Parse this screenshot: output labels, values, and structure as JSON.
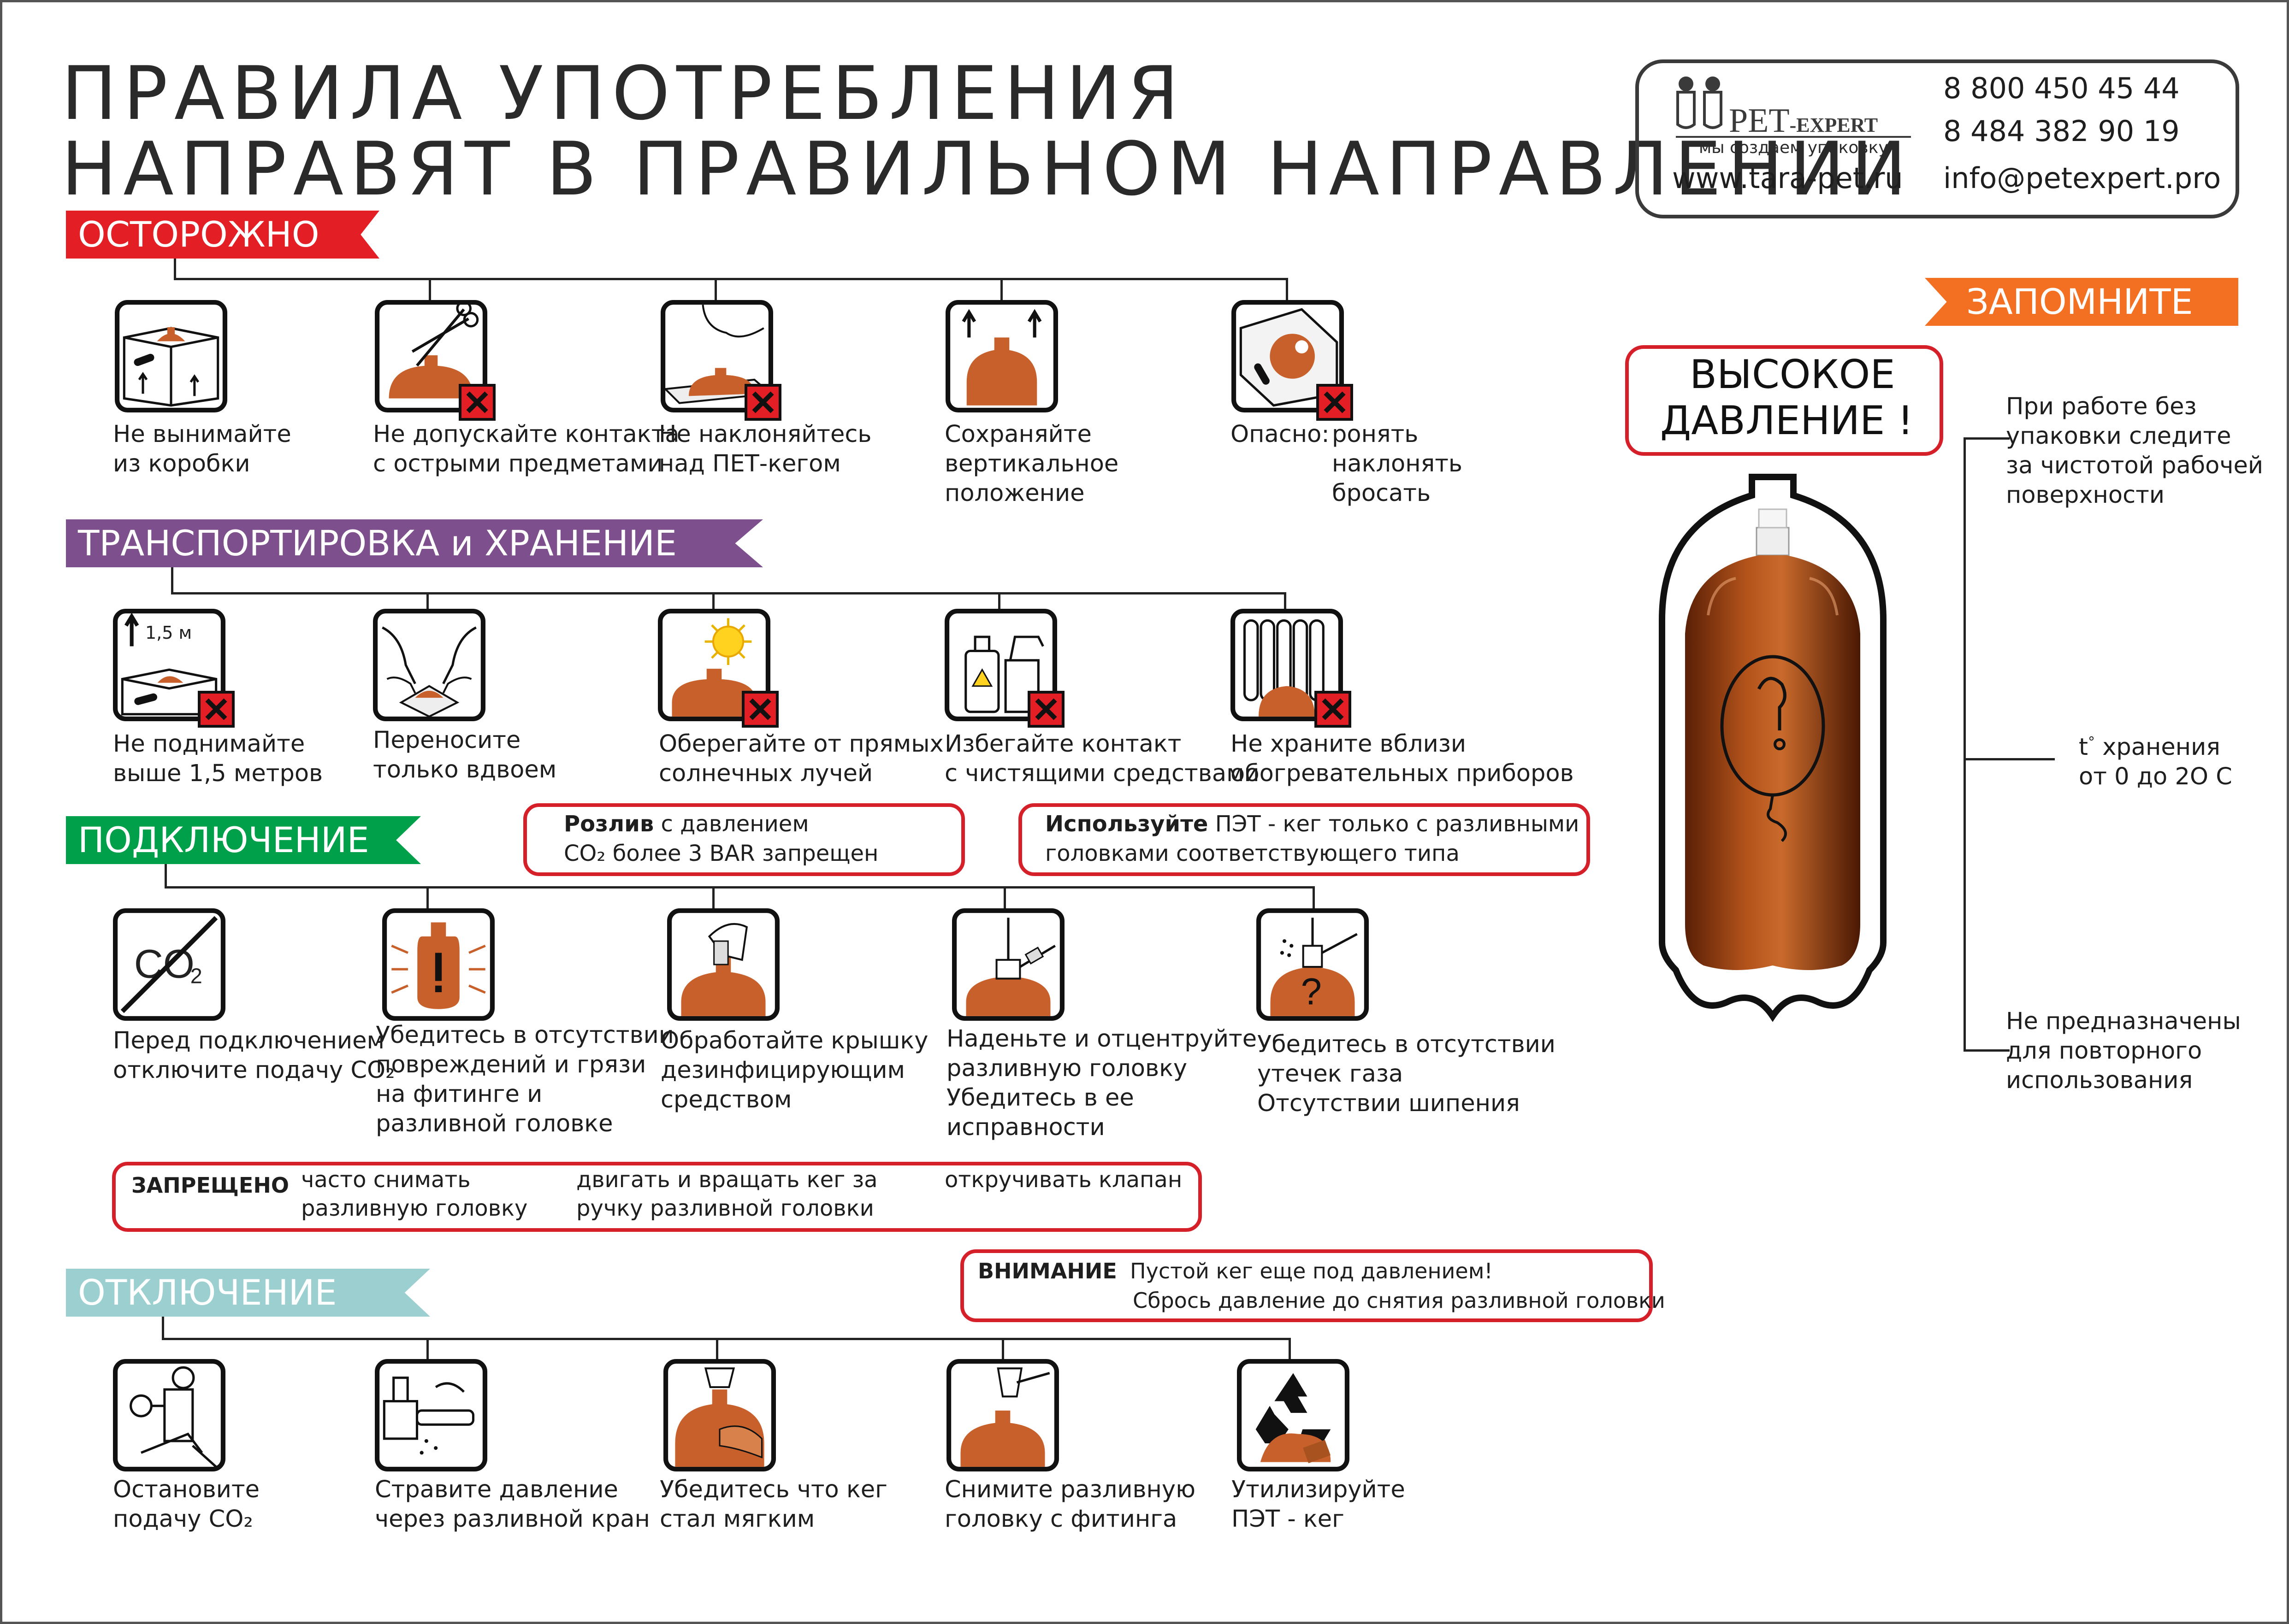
{
  "header": {
    "title_line1": "ПРАВИЛА УПОТРЕБЛЕНИЯ",
    "title_line2": "НАПРАВЯТ В ПРАВИЛЬНОМ НАПРАВЛЕНИИ"
  },
  "contact": {
    "logo_name": "PET",
    "logo_suffix": "-EXPERT",
    "logo_tagline": "мы создаем упаковку",
    "phone1": "8 800 450 45 44",
    "phone2": "8 484 382 90 19",
    "website": "www.tara-pet.ru",
    "email": "info@petexpert.pro"
  },
  "colors": {
    "caution": "#e31e24",
    "transport": "#7d4f8c",
    "connection": "#00a04a",
    "disconnect": "#9ccfd0",
    "remember": "#f36f21",
    "prohibit_red": "#d5202a",
    "keg_brown": "#c8602b"
  },
  "sections": {
    "caution": {
      "title": "ОСТОРОЖНО",
      "items": [
        {
          "icon": "box-keg-icon",
          "prohibited": false,
          "lines": [
            "Не вынимайте",
            "из коробки"
          ]
        },
        {
          "icon": "scissors-keg-icon",
          "prohibited": true,
          "lines": [
            "Не допускайте контакта",
            "с острыми предметами"
          ]
        },
        {
          "icon": "lean-over-keg-icon",
          "prohibited": true,
          "lines": [
            "Не наклоняйтесь",
            "над ПЕТ-кегом"
          ]
        },
        {
          "icon": "upright-keg-icon",
          "prohibited": false,
          "lines": [
            "Сохраняйте",
            "вертикальное",
            "положение"
          ]
        },
        {
          "icon": "tilted-box-icon",
          "prohibited": true,
          "label": "Опасно:",
          "lines": [
            "ронять",
            "наклонять",
            "бросать"
          ]
        }
      ]
    },
    "transport": {
      "title": "ТРАНСПОРТИРОВКА и ХРАНЕНИЕ",
      "items": [
        {
          "icon": "lift-height-icon",
          "prohibited": true,
          "tag": "1,5 м",
          "lines": [
            "Не поднимайте",
            "выше 1,5 метров"
          ]
        },
        {
          "icon": "two-hands-carry-icon",
          "prohibited": false,
          "lines": [
            "Переносите",
            "только вдвоем"
          ]
        },
        {
          "icon": "sun-icon",
          "prohibited": true,
          "lines": [
            "Оберегайте от прямых",
            "солнечных лучей"
          ]
        },
        {
          "icon": "cleaning-agents-icon",
          "prohibited": true,
          "lines": [
            "Избегайте контакт",
            "с чистящими средствами"
          ]
        },
        {
          "icon": "radiator-icon",
          "prohibited": true,
          "lines": [
            "Не храните вблизи",
            "обогревательных приборов"
          ]
        }
      ]
    },
    "connection": {
      "title": "ПОДКЛЮЧЕНИЕ",
      "note1": {
        "bold": "Розлив",
        "rest": " с давлением",
        "line2": "CO₂ более 3 BAR запрещен"
      },
      "note2": {
        "bold": "Используйте",
        "rest": " ПЭТ - кег только с разливными",
        "line2": "головками соответствующего типа"
      },
      "items": [
        {
          "icon": "co2-off-icon",
          "prohibited": false,
          "lines": [
            "Перед подключением",
            "отключите подачу CO₂"
          ]
        },
        {
          "icon": "inspect-keg-icon",
          "prohibited": false,
          "lines": [
            "Убедитесь в отсутствии",
            "повреждений и грязи",
            "на фитинге и",
            "разливной головке"
          ]
        },
        {
          "icon": "disinfect-cap-icon",
          "prohibited": false,
          "lines": [
            "Обработайте крышку",
            "дезинфицирующим",
            "средством"
          ]
        },
        {
          "icon": "attach-head-icon",
          "prohibited": false,
          "lines": [
            "Наденьте и отцентруйте",
            "разливную головку",
            "Убедитесь в ее",
            "исправности"
          ]
        },
        {
          "icon": "gas-leak-icon",
          "prohibited": false,
          "lines": [
            "Убедитесь в отсутствии",
            "утечек газа",
            "Отсутствии шипения"
          ]
        }
      ],
      "forbidden": {
        "label": "ЗАПРЕЩЕНО",
        "col1": [
          "часто снимать",
          "разливную головку"
        ],
        "col2": [
          "двигать и вращать кег за",
          "ручку разливной головки"
        ],
        "col3": [
          "откручивать клапан"
        ]
      }
    },
    "disconnect": {
      "title": "ОТКЛЮЧЕНИЕ",
      "warning": {
        "label": "ВНИМАНИЕ",
        "line1": "Пустой кег еще под давлением!",
        "line2": "Сбрось давление до снятия разливной головки"
      },
      "items": [
        {
          "icon": "regulator-icon",
          "prohibited": false,
          "lines": [
            "Остановите",
            "подачу CO₂"
          ]
        },
        {
          "icon": "tap-release-icon",
          "prohibited": false,
          "lines": [
            "Стравите давление",
            "через разливной кран"
          ]
        },
        {
          "icon": "soft-keg-icon",
          "prohibited": false,
          "lines": [
            "Убедитесь что кег",
            "стал мягким"
          ]
        },
        {
          "icon": "remove-head-icon",
          "prohibited": false,
          "lines": [
            "Снимите разливную",
            "головку с фитинга"
          ]
        },
        {
          "icon": "recycle-icon",
          "prohibited": false,
          "lines": [
            "Утилизируйте",
            "ПЭТ - кег"
          ]
        }
      ]
    }
  },
  "remember": {
    "title": "ЗАПОМНИТЕ",
    "pressure_line1": "ВЫСОКОЕ",
    "pressure_line2": "ДАВЛЕНИЕ",
    "pressure_mark": "!",
    "note_clean": [
      "При работе без",
      "упаковки следите",
      "за чистотой рабочей",
      "поверхности"
    ],
    "note_temp_symbol": "t",
    "note_temp_degree": "°",
    "note_temp_line1": " хранения",
    "note_temp_line2": "от 0 до 2О С",
    "note_reuse": [
      "Не предназначены",
      "для повторного",
      "использования"
    ]
  }
}
